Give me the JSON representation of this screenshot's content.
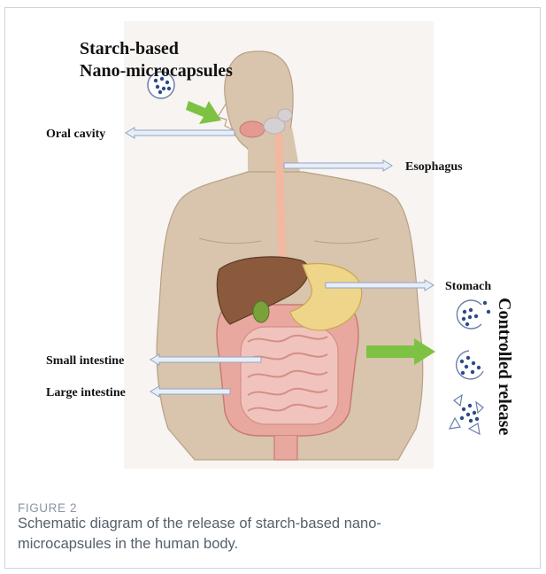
{
  "diagram": {
    "title_line1": "Starch-based",
    "title_line2": "Nano-microcapsules",
    "labels": {
      "oral_cavity": "Oral cavity",
      "esophagus": "Esophagus",
      "stomach": "Stomach",
      "small_intestine": "Small intestine",
      "large_intestine": "Large intestine",
      "controlled_release": "Controlled release"
    },
    "colors": {
      "skin": "#d9c4ad",
      "skin_outline": "#b8a085",
      "liver": "#8b5a3c",
      "stomach": "#efd58a",
      "intestine": "#e8a8a0",
      "arrow_fill": "#e8eef7",
      "arrow_stroke": "#8fa3c8",
      "green_arrow": "#7dc242",
      "capsule_dot": "#2e4a8c"
    }
  },
  "caption": {
    "label": "FIGURE 2",
    "text": "Schematic diagram of the release of starch-based nano-microcapsules in the human body."
  }
}
